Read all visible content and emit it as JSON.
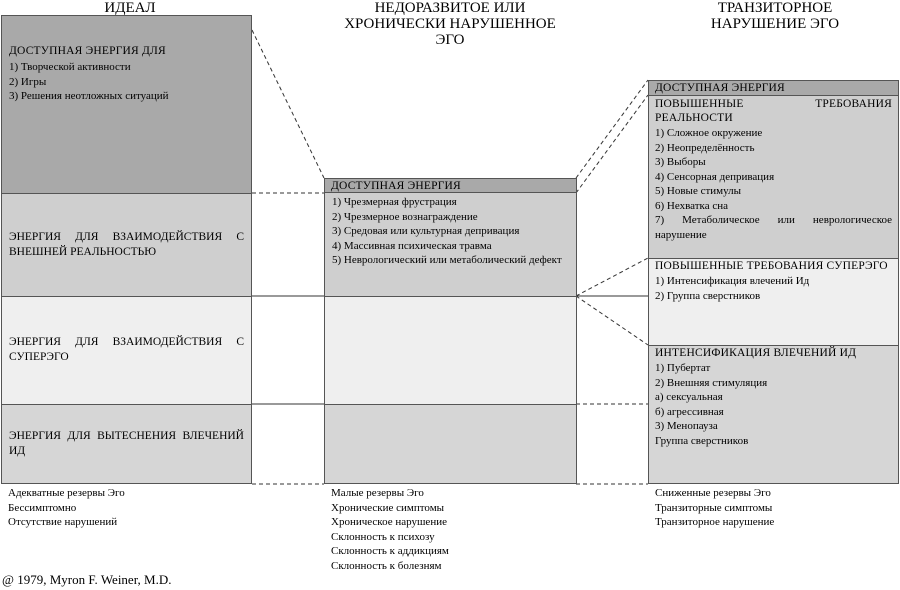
{
  "headers": {
    "ideal": "ИДЕАЛ",
    "underdeveloped_line1": "НЕДОРАЗВИТОЕ ИЛИ",
    "underdeveloped_line2": "ХРОНИЧЕСКИ НАРУШЕННОЕ",
    "underdeveloped_line3": "ЭГО",
    "transitory_line1": "ТРАНЗИТОРНОЕ",
    "transitory_line2": "НАРУШЕНИЕ ЭГО"
  },
  "ideal": {
    "energy_box": {
      "title": "ДОСТУПНАЯ ЭНЕРГИЯ ДЛЯ",
      "items": [
        "1) Творческой активности",
        "2) Игры",
        "3) Решения неотложных ситуаций"
      ]
    },
    "reality_band": "ЭНЕРГИЯ ДЛЯ ВЗАИМОДЕЙСТВИЯ С ВНЕШНЕЙ РЕАЛЬНОСТЬЮ",
    "superego_band": "ЭНЕРГИЯ ДЛЯ ВЗАИМОДЕЙСТВИЯ С СУПЕРЭГО",
    "repression_band": "ЭНЕРГИЯ ДЛЯ ВЫТЕСНЕНИЯ ВЛЕЧЕНИЙ ИД",
    "summary": [
      "Адекватные резервы Эго",
      "Бессимптомно",
      "Отсутствие нарушений"
    ]
  },
  "underdeveloped": {
    "energy_box": {
      "title": "ДОСТУПНАЯ ЭНЕРГИЯ",
      "items": [
        "1) Чрезмерная фрустрация",
        "2) Чрезмерное вознаграждение",
        "3) Средовая или культурная депривация",
        "4) Массивная психическая травма",
        "5) Неврологический или метаболический дефект"
      ]
    },
    "summary": [
      "Малые резервы Эго",
      "Хронические симптомы",
      "Хроническое нарушение",
      "Склонность к психозу",
      "Склонность к аддикциям",
      "Склонность к болезням"
    ]
  },
  "transitory": {
    "energy_bar": "ДОСТУПНАЯ ЭНЕРГИЯ",
    "reality_box": {
      "title": "ПОВЫШЕННЫЕ ТРЕБОВАНИЯ РЕАЛЬНОСТИ",
      "items": [
        "1) Сложное окружение",
        "2) Неопределённость",
        "3) Выборы",
        "4) Сенсорная депривация",
        "5) Новые стимулы",
        "6) Нехватка сна",
        "7) Метаболическое или неврологическое нарушение"
      ]
    },
    "superego_box": {
      "title": "ПОВЫШЕННЫЕ ТРЕБОВАНИЯ СУПЕРЭГО",
      "items": [
        "1) Интенсификация влечений Ид",
        "2) Группа сверстников"
      ]
    },
    "id_box": {
      "title": "ИНТЕНСИФИКАЦИЯ ВЛЕЧЕНИЙ ИД",
      "items": [
        "1) Пубертат",
        "2) Внешняя стимуляция",
        "а) сексуальная",
        "б) агрессивная",
        "3) Менопауза",
        "Группа сверстников"
      ]
    },
    "summary": [
      "Сниженные резервы Эго",
      "Транзиторные симптомы",
      "Транзиторное нарушение"
    ]
  },
  "copyright": "@ 1979, Myron F. Weiner, M.D."
}
